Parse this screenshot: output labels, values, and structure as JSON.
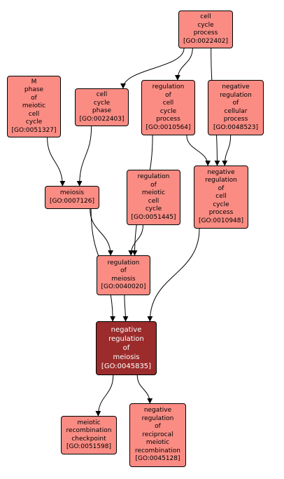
{
  "colors": {
    "node_fill": "#fa8c84",
    "focus_fill": "#9c2b2b",
    "edge": "#000000"
  },
  "nodes": {
    "go0022402": [
      "cell",
      "cycle",
      "process",
      "[GO:0022402]"
    ],
    "go0051327": [
      "M",
      "phase",
      "of",
      "meiotic",
      "cell",
      "cycle",
      "[GO:0051327]"
    ],
    "go0022403": [
      "cell",
      "cycle",
      "phase",
      "[GO:0022403]"
    ],
    "go0010564": [
      "regulation",
      "of",
      "cell",
      "cycle",
      "process",
      "[GO:0010564]"
    ],
    "go0048523": [
      "negative",
      "regulation",
      "of",
      "cellular",
      "process",
      "[GO:0048523]"
    ],
    "go0007126": [
      "meiosis",
      "[GO:0007126]"
    ],
    "go0051445": [
      "regulation",
      "of",
      "meiotic",
      "cell",
      "cycle",
      "[GO:0051445]"
    ],
    "go0010948": [
      "negative",
      "regulation",
      "of",
      "cell",
      "cycle",
      "process",
      "[GO:0010948]"
    ],
    "go0040020": [
      "regulation",
      "of",
      "meiosis",
      "[GO:0040020]"
    ],
    "go0045835": [
      "negative",
      "regulation",
      "of",
      "meiosis",
      "[GO:0045835]"
    ],
    "go0051598": [
      "meiotic",
      "recombination",
      "checkpoint",
      "[GO:0051598]"
    ],
    "go0045128": [
      "negative",
      "regulation",
      "of",
      "reciprocal",
      "meiotic",
      "recombination",
      "[GO:0045128]"
    ]
  },
  "edges": [
    [
      "go0022402",
      "go0022403"
    ],
    [
      "go0022402",
      "go0010564"
    ],
    [
      "go0022402",
      "go0010948"
    ],
    [
      "go0051327",
      "go0007126"
    ],
    [
      "go0022403",
      "go0007126"
    ],
    [
      "go0010564",
      "go0040020"
    ],
    [
      "go0010564",
      "go0010948"
    ],
    [
      "go0048523",
      "go0010948"
    ],
    [
      "go0007126",
      "go0040020"
    ],
    [
      "go0007126",
      "go0045835"
    ],
    [
      "go0051445",
      "go0040020"
    ],
    [
      "go0010948",
      "go0045835"
    ],
    [
      "go0040020",
      "go0045835"
    ],
    [
      "go0045835",
      "go0051598"
    ],
    [
      "go0045835",
      "go0045128"
    ]
  ]
}
